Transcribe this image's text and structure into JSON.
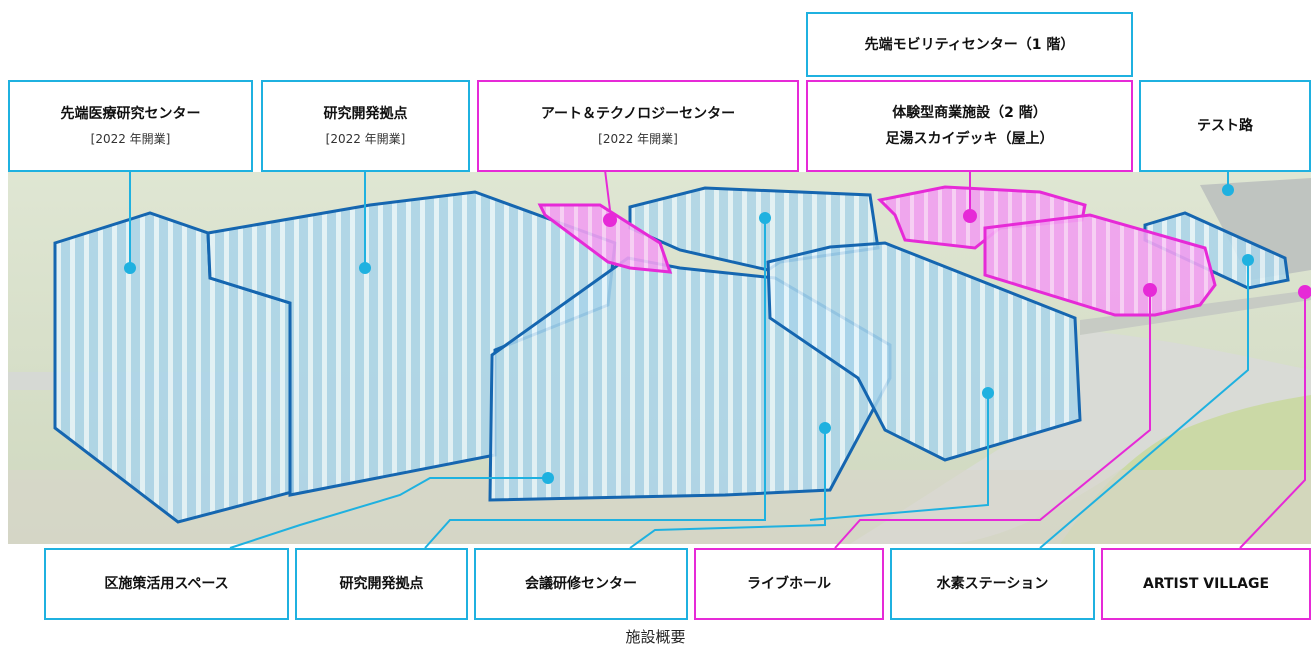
{
  "colors": {
    "blue": "#1fb1e0",
    "pink": "#e62ad7"
  },
  "top_labels": [
    {
      "id": "advanced-medical",
      "title": "先端医療研究センター",
      "sub": "[2022 年開業]",
      "color": "blue"
    },
    {
      "id": "rd-base-top",
      "title": "研究開発拠点",
      "sub": "[2022 年開業]",
      "color": "blue"
    },
    {
      "id": "art-tech",
      "title": "アート＆テクノロジーセンター",
      "sub": "[2022 年開業]",
      "color": "pink"
    },
    {
      "id": "mobility",
      "title": "先端モビリティセンター（1 階）",
      "sub": "",
      "color": "blue"
    },
    {
      "id": "commercial",
      "title": "体験型商業施設（2 階）",
      "title2": "足湯スカイデッキ（屋上）",
      "color": "pink"
    },
    {
      "id": "test-road",
      "title": "テスト路",
      "sub": "",
      "color": "blue"
    }
  ],
  "bottom_labels": [
    {
      "id": "public-space",
      "title": "区施策活用スペース",
      "color": "blue"
    },
    {
      "id": "rd-base-bottom",
      "title": "研究開発拠点",
      "color": "blue"
    },
    {
      "id": "conference",
      "title": "会議研修センター",
      "color": "blue"
    },
    {
      "id": "live-hall",
      "title": "ライブホール",
      "color": "pink"
    },
    {
      "id": "hydrogen",
      "title": "水素ステーション",
      "color": "blue"
    },
    {
      "id": "artist-village",
      "title": "ARTIST VILLAGE",
      "color": "pink"
    }
  ],
  "caption": "施設概要"
}
